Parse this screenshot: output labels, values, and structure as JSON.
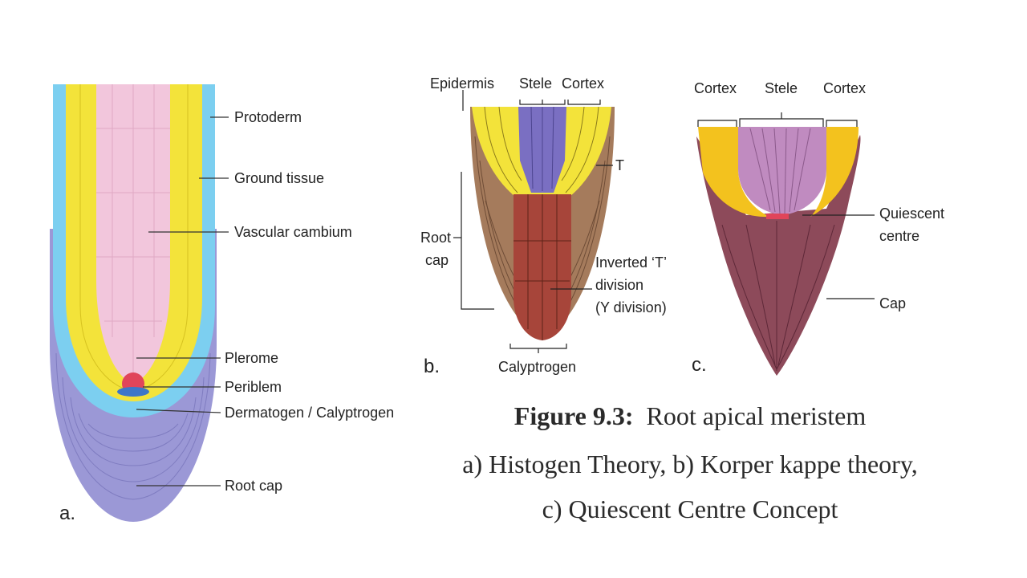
{
  "panel_a": {
    "letter": "a.",
    "labels": {
      "protoderm": "Protoderm",
      "ground_tissue": "Ground tissue",
      "vascular_cambium": "Vascular cambium",
      "plerome": "Plerome",
      "periblem": "Periblem",
      "dermatogen": "Dermatogen / Calyptrogen",
      "root_cap": "Root cap"
    }
  },
  "panel_b": {
    "letter": "b.",
    "labels": {
      "epidermis": "Epidermis",
      "stele": "Stele",
      "cortex": "Cortex",
      "t": "T",
      "root_cap_1": "Root",
      "root_cap_2": "cap",
      "inverted_1": "Inverted ‘T’",
      "inverted_2": "division",
      "inverted_3": "(Y division)",
      "calyptrogen": "Calyptrogen"
    }
  },
  "panel_c": {
    "letter": "c.",
    "labels": {
      "cortex_left": "Cortex",
      "stele": "Stele",
      "cortex_right": "Cortex",
      "quiescent_1": "Quiescent",
      "quiescent_2": "centre",
      "cap": "Cap"
    }
  },
  "caption": {
    "figure": "Figure 9.3:",
    "title": "Root apical meristem",
    "line2": "a) Histogen Theory, b) Korper kappe theory,",
    "line3": "c) Quiescent Centre Concept"
  },
  "colors": {
    "yellow": "#f3e33a",
    "pink": "#f2c6dc",
    "blue": "#7ccff0",
    "lavender": "#9b98d6",
    "red": "#e0455a",
    "brown": "#a57b5c",
    "rust": "#a7453a",
    "violet": "#7a6fc2",
    "purple": "#c08bc0",
    "maroon": "#8d4a5a"
  }
}
